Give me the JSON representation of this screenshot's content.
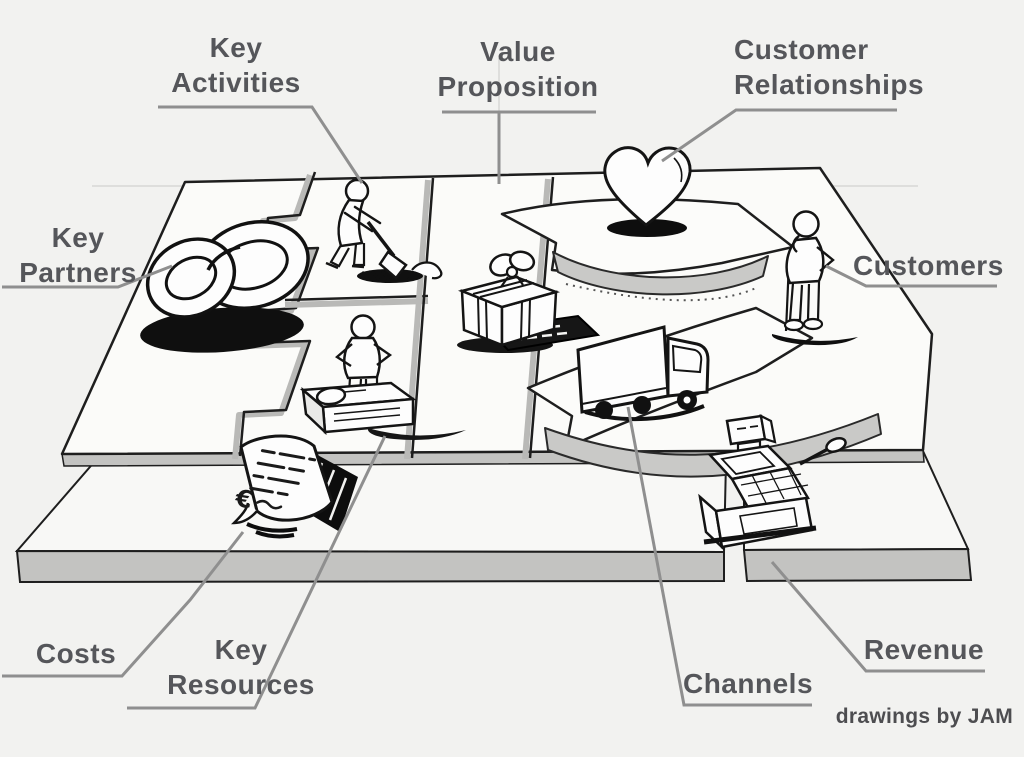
{
  "colors": {
    "background": "#f2f2f0",
    "ink": "#1e1e1e",
    "label_text": "#55565a",
    "leader_line": "#8f8f8f",
    "surface_white": "#fbfbf9",
    "side_shade": "#c3c3c1",
    "arc_shade": "#c9c9c7",
    "shadow_black": "#0f0f0f"
  },
  "attribution": "drawings by JAM",
  "labels": {
    "key_partners": {
      "lines": [
        "Key",
        "Partners"
      ]
    },
    "key_activities": {
      "lines": [
        "Key",
        "Activities"
      ]
    },
    "key_resources": {
      "lines": [
        "Key",
        "Resources"
      ]
    },
    "value_proposition": {
      "lines": [
        "Value",
        "Proposition"
      ]
    },
    "customer_relationships": {
      "lines": [
        "Customer",
        "Relationships"
      ]
    },
    "customers": {
      "lines": [
        "Customers"
      ]
    },
    "channels": {
      "lines": [
        "Channels"
      ]
    },
    "costs": {
      "lines": [
        "Costs"
      ]
    },
    "revenue": {
      "lines": [
        "Revenue"
      ]
    }
  },
  "icons": {
    "key_partners": "interlocked-rings",
    "key_activities": "worker-digging-with-shovel",
    "key_resources": "worker-with-machine",
    "value_proposition": "wrapped-gift-box",
    "customer_relationships": "heart",
    "customers": "standing-person",
    "channels": "delivery-truck",
    "costs": "receipt-with-euro-scribbles",
    "revenue": "cash-register"
  }
}
